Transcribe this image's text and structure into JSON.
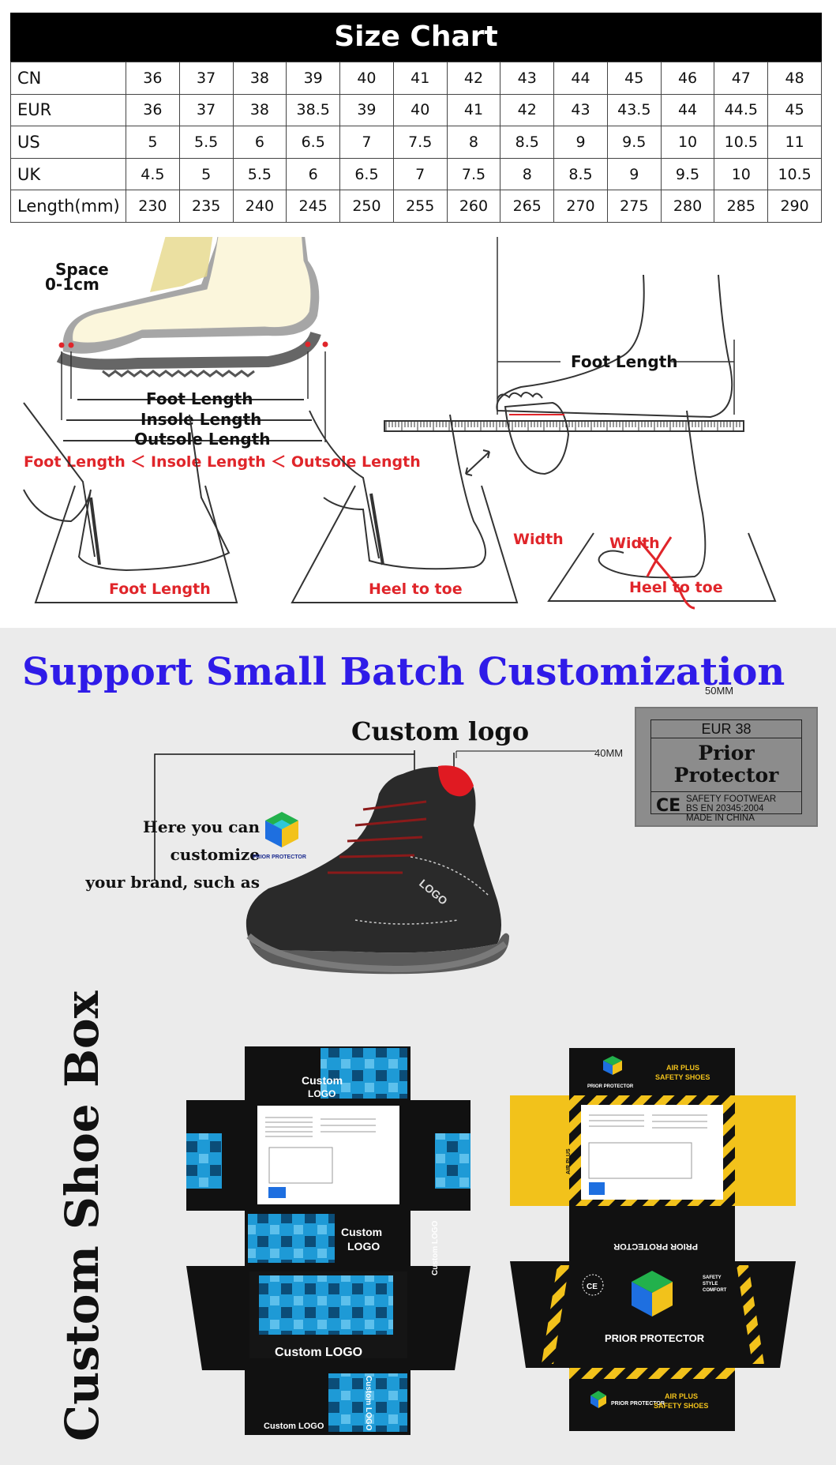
{
  "size_chart": {
    "title": "Size Chart",
    "rows": [
      {
        "label": "CN",
        "values": [
          "36",
          "37",
          "38",
          "39",
          "40",
          "41",
          "42",
          "43",
          "44",
          "45",
          "46",
          "47",
          "48"
        ]
      },
      {
        "label": "EUR",
        "values": [
          "36",
          "37",
          "38",
          "38.5",
          "39",
          "40",
          "41",
          "42",
          "43",
          "43.5",
          "44",
          "44.5",
          "45"
        ]
      },
      {
        "label": "US",
        "values": [
          "5",
          "5.5",
          "6",
          "6.5",
          "7",
          "7.5",
          "8",
          "8.5",
          "9",
          "9.5",
          "10",
          "10.5",
          "11"
        ]
      },
      {
        "label": "UK",
        "values": [
          "4.5",
          "5",
          "5.5",
          "6",
          "6.5",
          "7",
          "7.5",
          "8",
          "8.5",
          "9",
          "9.5",
          "10",
          "10.5"
        ]
      },
      {
        "label": "Length(mm)",
        "values": [
          "230",
          "235",
          "240",
          "245",
          "250",
          "255",
          "260",
          "265",
          "270",
          "275",
          "280",
          "285",
          "290"
        ]
      }
    ]
  },
  "measure": {
    "space_label_1": "Space",
    "space_label_2": "0-1cm",
    "foot_length": "Foot Length",
    "insole_length": "Insole Length",
    "outsole_length": "Outsole Length",
    "comparison": "Foot Length ＜ Insole Length ＜ Outsole Length",
    "right_foot_length": "Foot Length",
    "step1_label": "Foot Length",
    "step2_label": "Heel to toe",
    "width_label": "Width",
    "step3_width": "Width",
    "step3_label": "Heel to toe"
  },
  "custom": {
    "heading": "Support Small Batch Customization",
    "custom_logo": "Custom logo",
    "brand_line1": "Here you can customize",
    "brand_line2": "your brand, such as",
    "brand_name": "PRIOR PROTECTOR",
    "shoe_logo": "LOGO",
    "dim_width": "50MM",
    "dim_height": "40MM",
    "label_eur": "EUR 38",
    "label_brand_1": "Prior",
    "label_brand_2": "Protector",
    "label_ce": "CE",
    "label_line1": "SAFETY FOOTWEAR",
    "label_line2": "BS EN 20345:2004",
    "label_line3": "MADE IN CHINA",
    "box_title": "Custom Shoe Box",
    "box1_logo": "Custom LOGO",
    "box1_logo_a": "Custom",
    "box1_logo_b": "LOGO",
    "box2_brand": "PRIOR PROTECTOR",
    "box2_air_1": "AIR PLUS",
    "box2_air_2": "SAFETY SHOES",
    "box2_style_1": "SAFETY",
    "box2_style_2": "STYLE",
    "box2_style_3": "COMFORT"
  },
  "colors": {
    "heading_blue": "#2f1be8",
    "measure_red": "#e0252a",
    "box_blue": "#1e9ad6",
    "box_yellow": "#f2c21b"
  }
}
